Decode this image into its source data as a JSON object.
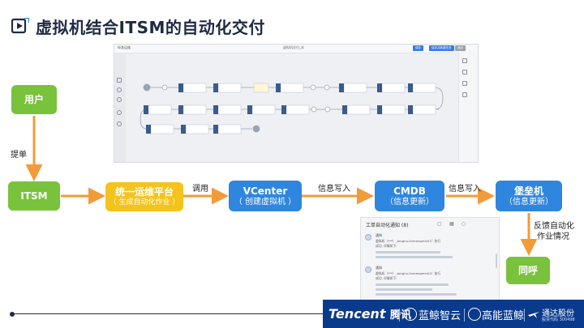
{
  "title": "虚拟机结合ITSM的自动化交付",
  "colors": {
    "green": "#78c23c",
    "yellow": "#f4c31c",
    "blue": "#2f86de",
    "arrow": "#f29b3a",
    "footer": "#0a3a8c"
  },
  "workflow": {
    "brand": "标准运维",
    "name": "虚拟机交付_本",
    "buttons": [
      "保存",
      "保存并新建任务",
      "返回"
    ]
  },
  "flow": {
    "user": "用户",
    "submit": "提单",
    "itsm": "ITSM",
    "platform": {
      "title": "统一运维平台",
      "sub": "（ 生成自动化作业 ）"
    },
    "call": "调用",
    "vcenter": {
      "title": "VCenter",
      "sub": "（ 创建虚拟机 ）"
    },
    "write1": "信息写入",
    "cmdb": {
      "title": "CMDB",
      "sub": "（信息更新）"
    },
    "write2": "信息写入",
    "bastion": {
      "title": "堡垒机",
      "sub": "（信息更新）"
    },
    "feedback_line1": "反馈自动化",
    "feedback_line2": "作业情况",
    "tonghu": "同呼"
  },
  "notification": {
    "title": "工单自动化通知 (8)",
    "msg1": {
      "name": "通知",
      "text1": "虚拟机（***）_tonghu-linmengmin01）执行",
      "text2": "成功, 详情如下:"
    },
    "msg2": {
      "name": "通知",
      "text1": "虚拟机（***）_tonghu-linmengmin02）执行",
      "text2": "成功, 详情如下:"
    }
  },
  "footer": {
    "tencent_latin": "Tencent",
    "tencent_cn": "腾讯",
    "lanjing": "蓝鲸智云",
    "gaonengzhi": "高能蓝鲸",
    "company": "通达股份",
    "company_sub": "股票代码 300498"
  }
}
